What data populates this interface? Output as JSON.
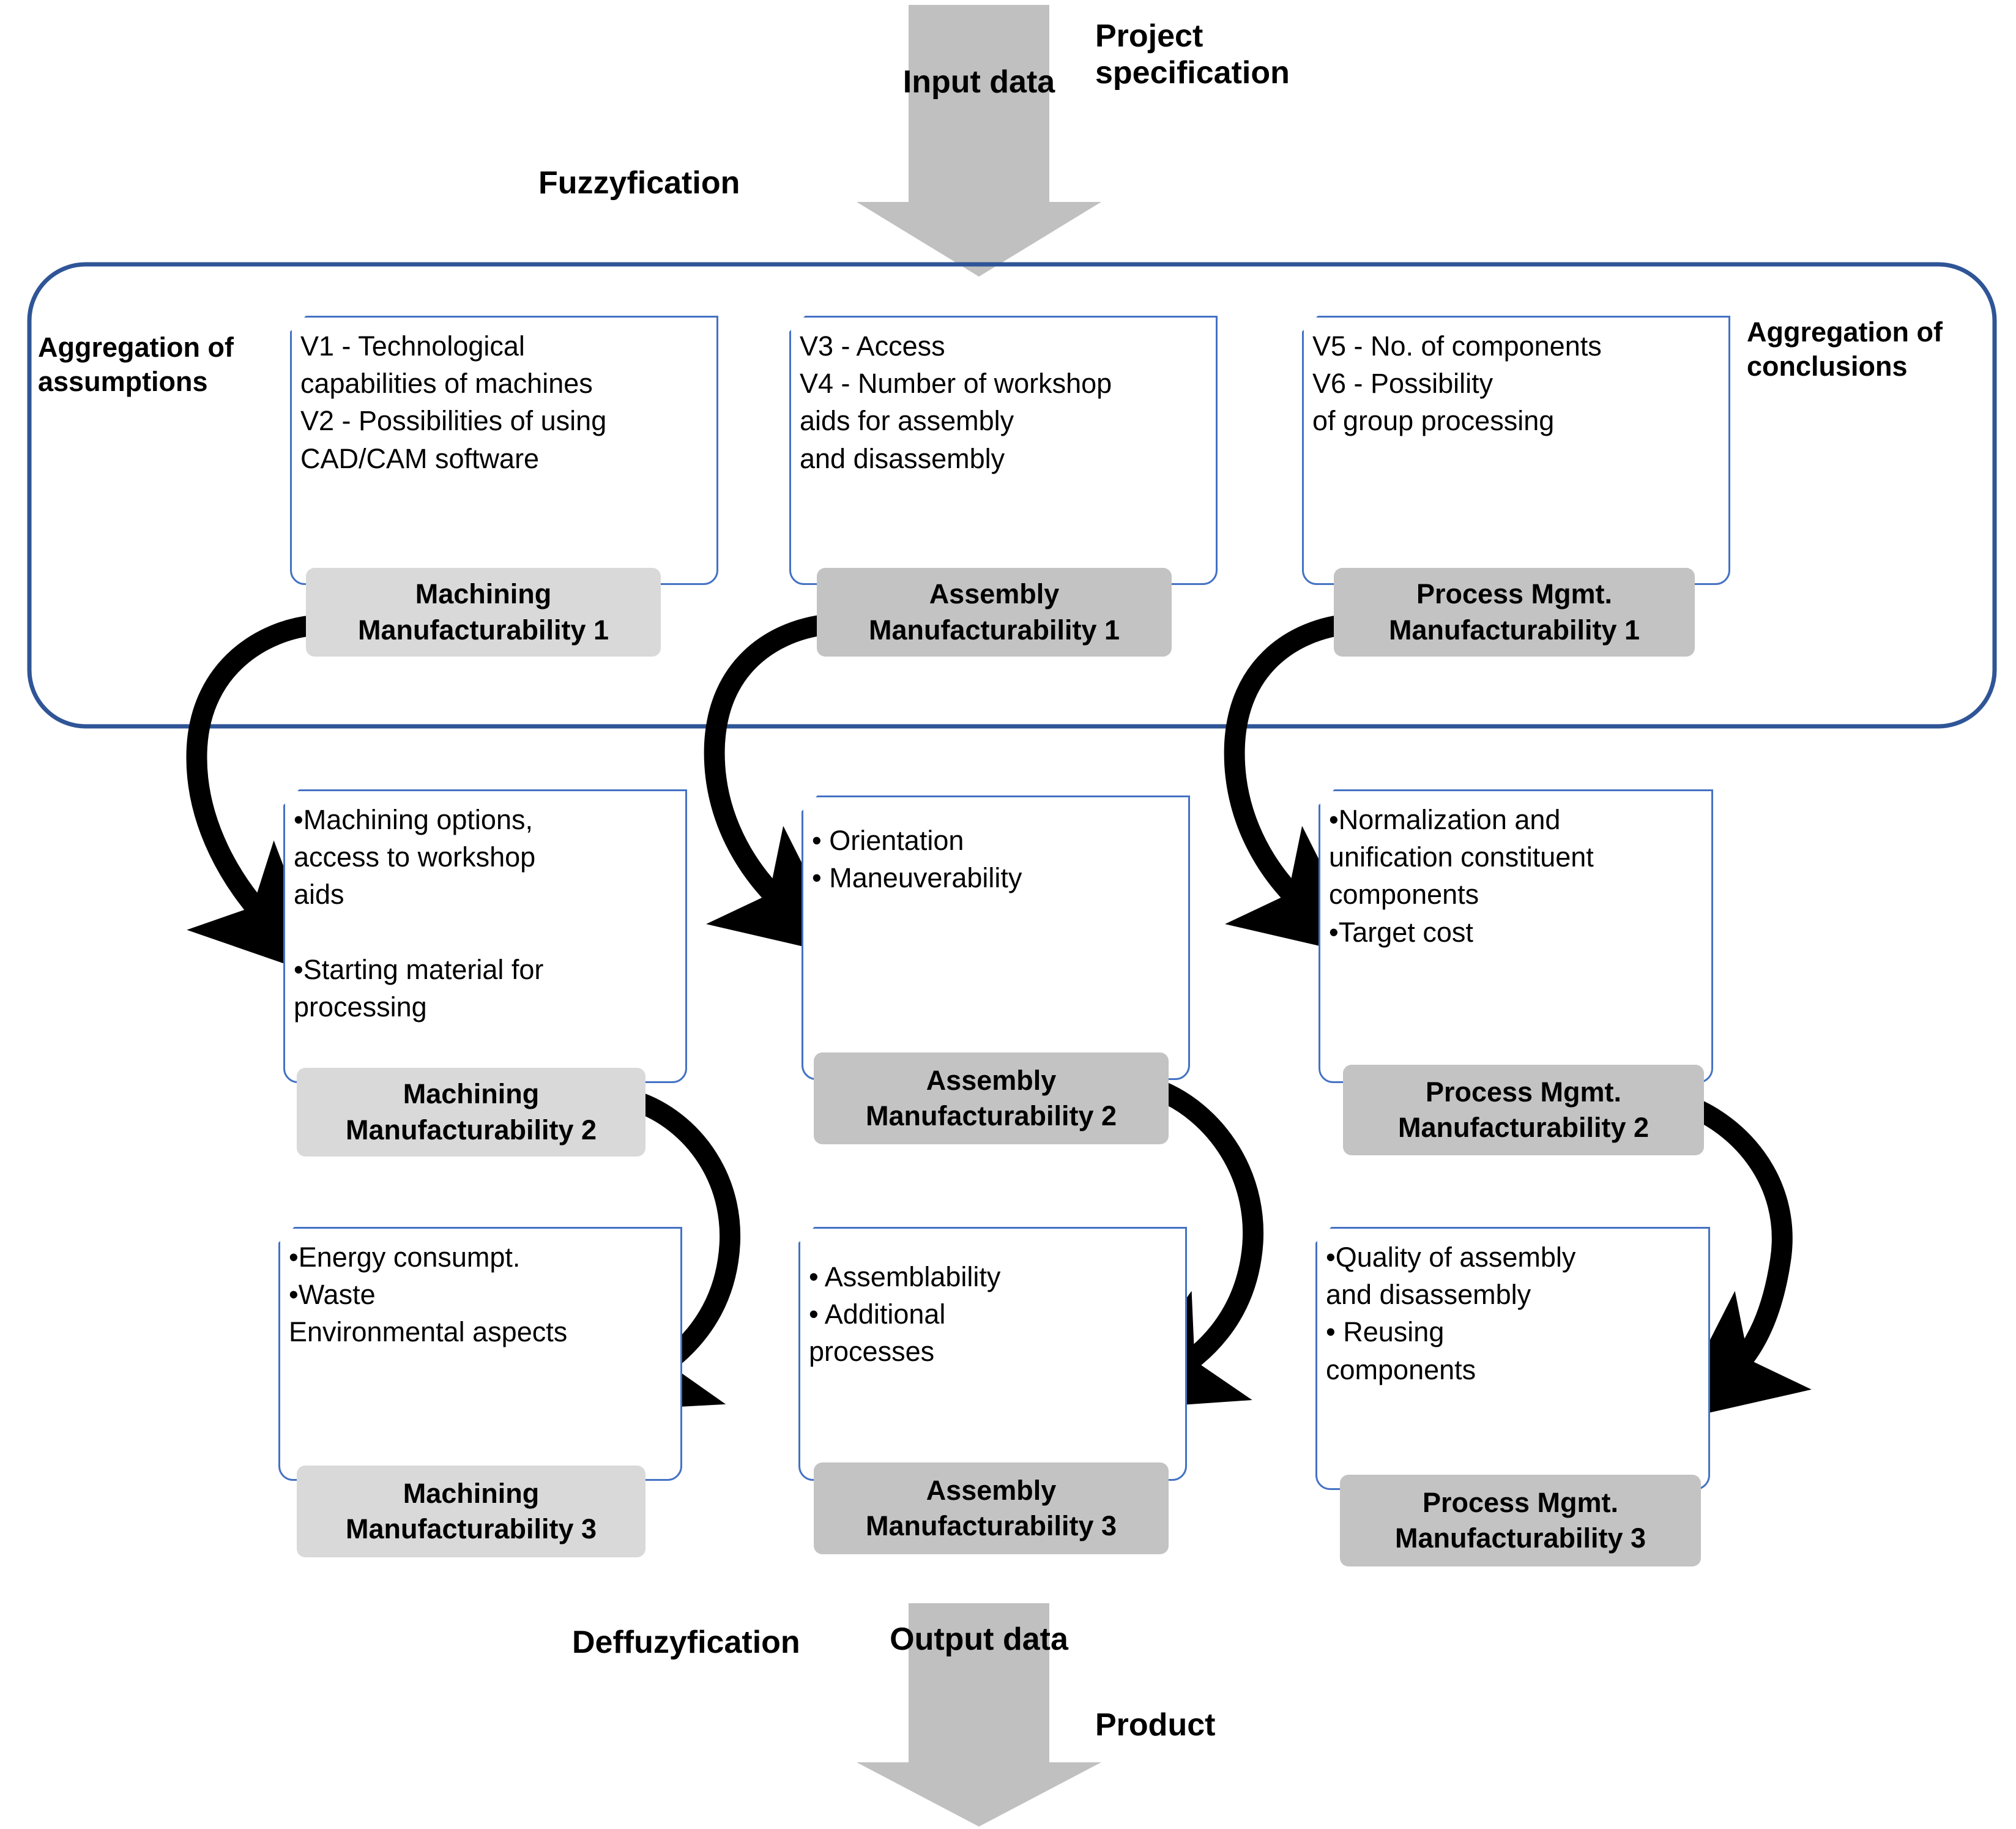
{
  "diagram": {
    "title_flow": "Fuzzy logic manufacturability assessment flow",
    "colors": {
      "node_border": "#4472c4",
      "tag_light": "#d9d9d9",
      "tag_dark": "#c3c3c3",
      "arrow": "#000000",
      "big_arrow_fill": "#c0c0c0"
    }
  },
  "top": {
    "input_arrow_label": "Input\ndata",
    "project_spec_label": "Project\nspecification",
    "fuzzyfication_label": "Fuzzyfication"
  },
  "bottom": {
    "output_arrow_label": "Output\ndata",
    "product_label": "Product",
    "deffuzyfication_label": "Deffuzyfication"
  },
  "container": {
    "left_label": "Aggregation of\nassumptions",
    "right_label": "Aggregation of\nconclusions"
  },
  "rows": [
    {
      "row_id": "level-1",
      "nodes": [
        {
          "id": "machining-1",
          "body": "V1 - Technological\ncapabilities of  machines\nV2 - Possibilities of using\nCAD/CAM software",
          "tag": "Machining\nManufacturability 1",
          "tag_shade": "light"
        },
        {
          "id": "assembly-1",
          "body": "V3 - Access\nV4 - Number of workshop\n aids for assembly\n and disassembly",
          "tag": "Assembly\nManufacturability 1",
          "tag_shade": "dark"
        },
        {
          "id": "process-mgmt-1",
          "body": "V5 -  No. of components\nV6 - Possibility\n of group processing",
          "tag": "Process Mgmt.\nManufacturability 1",
          "tag_shade": "dark"
        }
      ]
    },
    {
      "row_id": "level-2",
      "nodes": [
        {
          "id": "machining-2",
          "body": "•Machining options,\naccess to workshop\naids\n\n•Starting material for\nprocessing",
          "tag": "Machining\nManufacturability 2",
          "tag_shade": "light"
        },
        {
          "id": "assembly-2",
          "body": "•  Orientation\n•  Maneuverability",
          "tag": "Assembly\nManufacturability 2",
          "tag_shade": "dark"
        },
        {
          "id": "process-mgmt-2",
          "body": "•Normalization and\nunification constituent\ncomponents\n•Target cost",
          "tag": "Process Mgmt.\nManufacturability 2",
          "tag_shade": "dark"
        }
      ]
    },
    {
      "row_id": "level-3",
      "nodes": [
        {
          "id": "machining-3",
          "body": "•Energy consumpt.\n•Waste\n Environmental aspects",
          "tag": "Machining\nManufacturability 3",
          "tag_shade": "light"
        },
        {
          "id": "assembly-3",
          "body": "•  Assemblability\n•  Additional\n    processes",
          "tag": "Assembly\nManufacturability 3",
          "tag_shade": "dark"
        },
        {
          "id": "process-mgmt-3",
          "body": "•Quality of assembly\n and disassembly\n•  Reusing\n    components",
          "tag": "Process Mgmt.\nManufacturability 3",
          "tag_shade": "dark"
        }
      ]
    }
  ]
}
